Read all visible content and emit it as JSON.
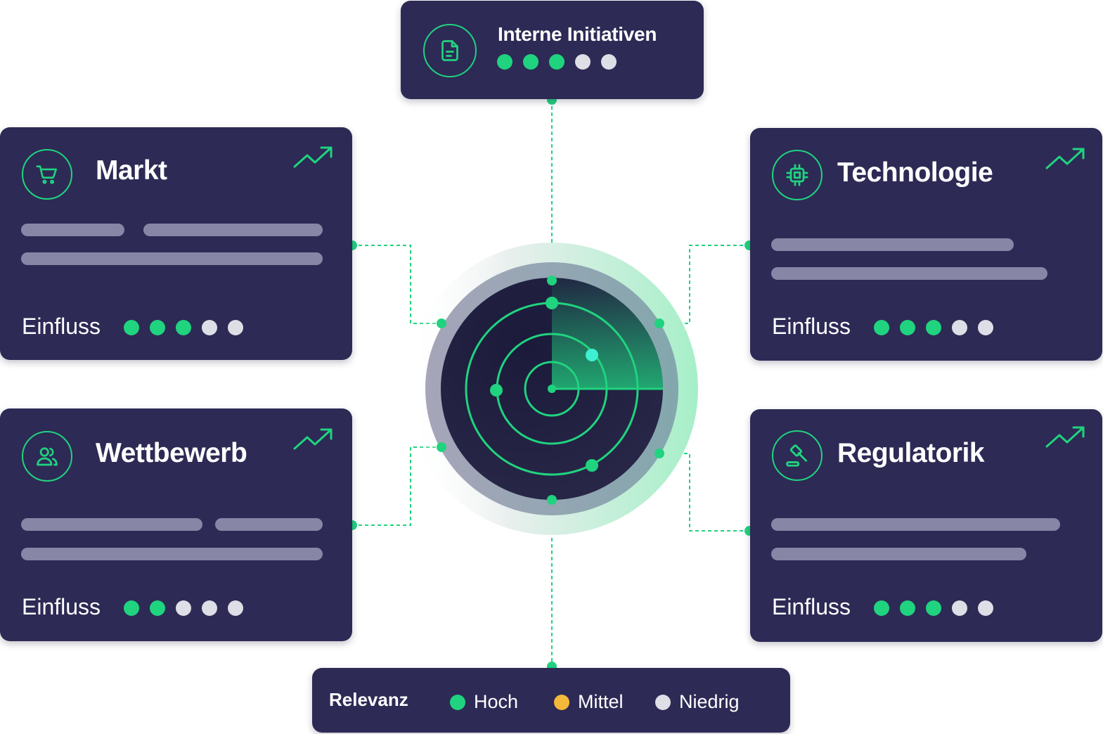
{
  "colors": {
    "card_bg": "#2d2a55",
    "accent_green": "#20d37f",
    "medium_yellow": "#f5b93a",
    "low_gray": "#dedee6",
    "placeholder_bar": "#8886a6"
  },
  "top_card": {
    "title": "Interne Initiativen",
    "icon": "document-icon",
    "rating": 3,
    "rating_max": 5
  },
  "cards": [
    {
      "id": "markt",
      "title": "Markt",
      "icon": "shopping-cart-icon",
      "trend_icon": "trending-up-icon",
      "einfluss_label": "Einfluss",
      "rating": 3,
      "rating_max": 5
    },
    {
      "id": "technologie",
      "title": "Technologie",
      "icon": "cpu-chip-icon",
      "trend_icon": "trending-up-icon",
      "einfluss_label": "Einfluss",
      "rating": 3,
      "rating_max": 5
    },
    {
      "id": "wettbewerb",
      "title": "Wettbewerb",
      "icon": "users-icon",
      "trend_icon": "trending-up-icon",
      "einfluss_label": "Einfluss",
      "rating": 2,
      "rating_max": 5
    },
    {
      "id": "regulatorik",
      "title": "Regulatorik",
      "icon": "gavel-icon",
      "trend_icon": "trending-up-icon",
      "einfluss_label": "Einfluss",
      "rating": 3,
      "rating_max": 5
    }
  ],
  "legend": {
    "title": "Relevanz",
    "items": [
      {
        "label": "Hoch",
        "color": "#20d37f"
      },
      {
        "label": "Mittel",
        "color": "#f5b93a"
      },
      {
        "label": "Niedrig",
        "color": "#dedee6"
      }
    ]
  },
  "radar": {
    "icon": "radar-icon",
    "ring_count": 3
  }
}
